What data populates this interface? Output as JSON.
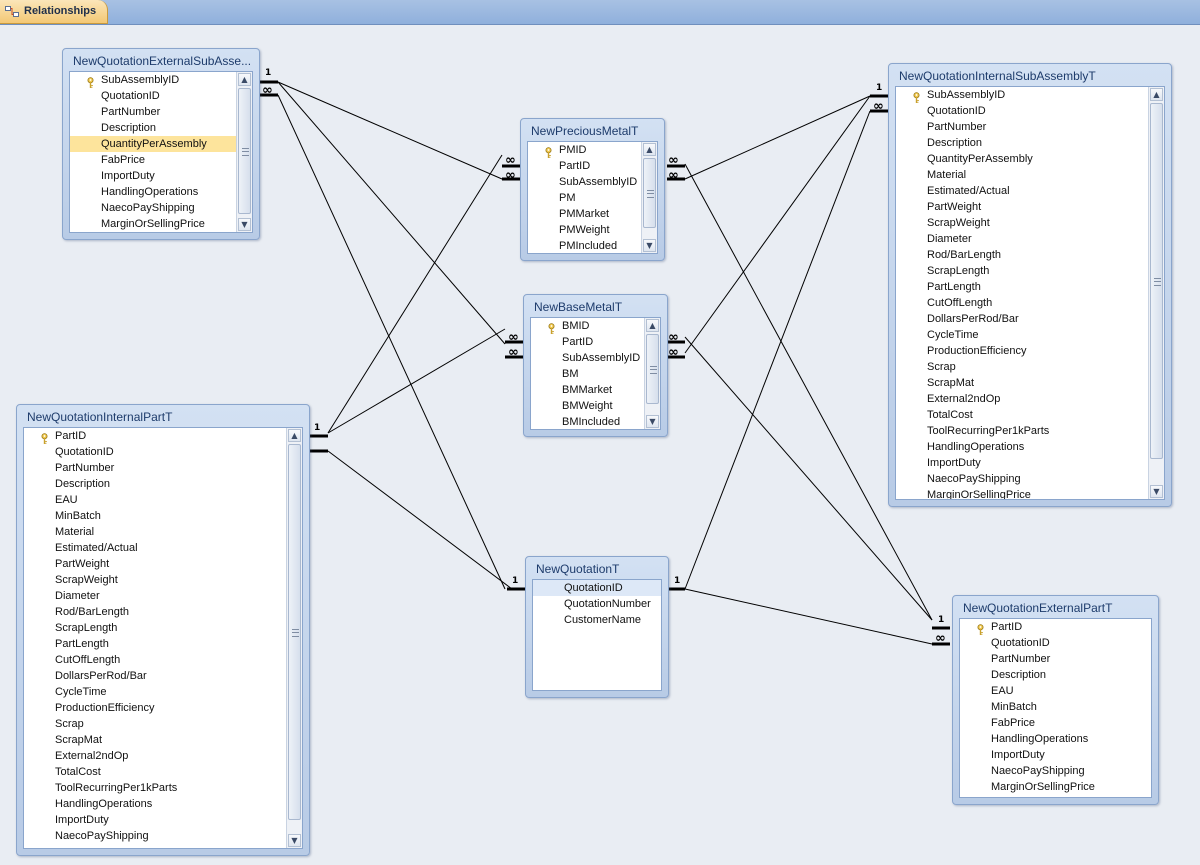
{
  "tab": {
    "label": "Relationships",
    "icon": "relationships-icon"
  },
  "tables": {
    "ext_sub": {
      "title": "NewQuotationExternalSubAsse...",
      "fields": [
        "SubAssemblyID",
        "QuotationID",
        "PartNumber",
        "Description",
        "QuantityPerAssembly",
        "FabPrice",
        "ImportDuty",
        "HandlingOperations",
        "NaecoPayShipping",
        "MarginOrSellingPrice"
      ],
      "key_fields": [
        "SubAssemblyID"
      ],
      "selected": "QuantityPerAssembly"
    },
    "precious": {
      "title": "NewPreciousMetalT",
      "fields": [
        "PMID",
        "PartID",
        "SubAssemblyID",
        "PM",
        "PMMarket",
        "PMWeight",
        "PMIncluded"
      ],
      "key_fields": [
        "PMID"
      ]
    },
    "base": {
      "title": "NewBaseMetalT",
      "fields": [
        "BMID",
        "PartID",
        "SubAssemblyID",
        "BM",
        "BMMarket",
        "BMWeight",
        "BMIncluded"
      ],
      "key_fields": [
        "BMID"
      ]
    },
    "int_sub": {
      "title": "NewQuotationInternalSubAssemblyT",
      "fields": [
        "SubAssemblyID",
        "QuotationID",
        "PartNumber",
        "Description",
        "QuantityPerAssembly",
        "Material",
        "Estimated/Actual",
        "PartWeight",
        "ScrapWeight",
        "Diameter",
        "Rod/BarLength",
        "ScrapLength",
        "PartLength",
        "CutOffLength",
        "DollarsPerRod/Bar",
        "CycleTime",
        "ProductionEfficiency",
        "Scrap",
        "ScrapMat",
        "External2ndOp",
        "TotalCost",
        "ToolRecurringPer1kParts",
        "HandlingOperations",
        "ImportDuty",
        "NaecoPayShipping",
        "MarginOrSellingPrice"
      ],
      "key_fields": [
        "SubAssemblyID"
      ]
    },
    "int_part": {
      "title": "NewQuotationInternalPartT",
      "fields": [
        "PartID",
        "QuotationID",
        "PartNumber",
        "Description",
        "EAU",
        "MinBatch",
        "Material",
        "Estimated/Actual",
        "PartWeight",
        "ScrapWeight",
        "Diameter",
        "Rod/BarLength",
        "ScrapLength",
        "PartLength",
        "CutOffLength",
        "DollarsPerRod/Bar",
        "CycleTime",
        "ProductionEfficiency",
        "Scrap",
        "ScrapMat",
        "External2ndOp",
        "TotalCost",
        "ToolRecurringPer1kParts",
        "HandlingOperations",
        "ImportDuty",
        "NaecoPayShipping"
      ],
      "key_fields": [
        "PartID"
      ]
    },
    "quotation": {
      "title": "NewQuotationT",
      "fields": [
        "QuotationID",
        "QuotationNumber",
        "CustomerName"
      ],
      "key_fields": [
        "QuotationID"
      ],
      "highlighted": "QuotationID"
    },
    "ext_part": {
      "title": "NewQuotationExternalPartT",
      "fields": [
        "PartID",
        "QuotationID",
        "PartNumber",
        "Description",
        "EAU",
        "MinBatch",
        "FabPrice",
        "HandlingOperations",
        "ImportDuty",
        "NaecoPayShipping",
        "MarginOrSellingPrice"
      ],
      "key_fields": [
        "PartID"
      ]
    }
  },
  "relationship_symbols": {
    "one": "1",
    "many": "∞"
  }
}
